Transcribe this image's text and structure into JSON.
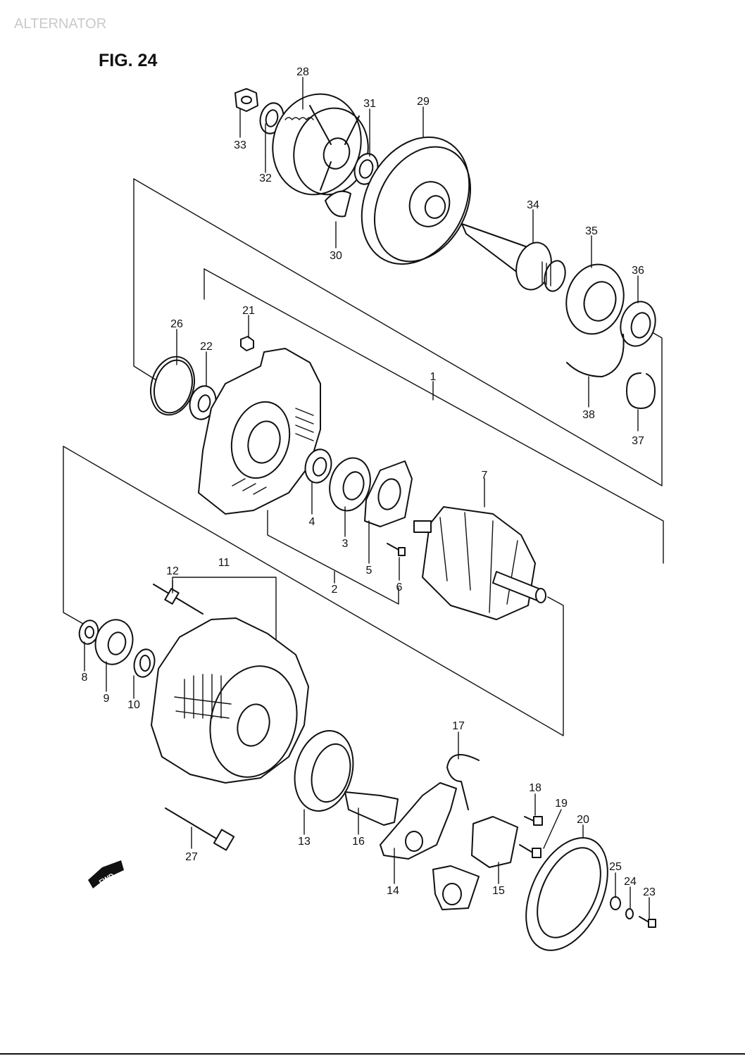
{
  "header": {
    "title": "ALTERNATOR",
    "figure": "FIG. 24"
  },
  "fwd_label": "FWD",
  "part_labels": [
    {
      "id": "1",
      "text": "1"
    },
    {
      "id": "2",
      "text": "2"
    },
    {
      "id": "3",
      "text": "3"
    },
    {
      "id": "4",
      "text": "4"
    },
    {
      "id": "5",
      "text": "5"
    },
    {
      "id": "6",
      "text": "6"
    },
    {
      "id": "7",
      "text": "7"
    },
    {
      "id": "8",
      "text": "8"
    },
    {
      "id": "9",
      "text": "9"
    },
    {
      "id": "10",
      "text": "10"
    },
    {
      "id": "11",
      "text": "11"
    },
    {
      "id": "12",
      "text": "12"
    },
    {
      "id": "13",
      "text": "13"
    },
    {
      "id": "14",
      "text": "14"
    },
    {
      "id": "15",
      "text": "15"
    },
    {
      "id": "16",
      "text": "16"
    },
    {
      "id": "17",
      "text": "17"
    },
    {
      "id": "18",
      "text": "18"
    },
    {
      "id": "19",
      "text": "19"
    },
    {
      "id": "20",
      "text": "20"
    },
    {
      "id": "21",
      "text": "21"
    },
    {
      "id": "22",
      "text": "22"
    },
    {
      "id": "23",
      "text": "23"
    },
    {
      "id": "24",
      "text": "24"
    },
    {
      "id": "25",
      "text": "25"
    },
    {
      "id": "26",
      "text": "26"
    },
    {
      "id": "27",
      "text": "27"
    },
    {
      "id": "28",
      "text": "28"
    },
    {
      "id": "29",
      "text": "29"
    },
    {
      "id": "30",
      "text": "30"
    },
    {
      "id": "31",
      "text": "31"
    },
    {
      "id": "32",
      "text": "32"
    },
    {
      "id": "33",
      "text": "33"
    },
    {
      "id": "34",
      "text": "34"
    },
    {
      "id": "35",
      "text": "35"
    },
    {
      "id": "36",
      "text": "36"
    },
    {
      "id": "37",
      "text": "37"
    },
    {
      "id": "38",
      "text": "38"
    }
  ]
}
